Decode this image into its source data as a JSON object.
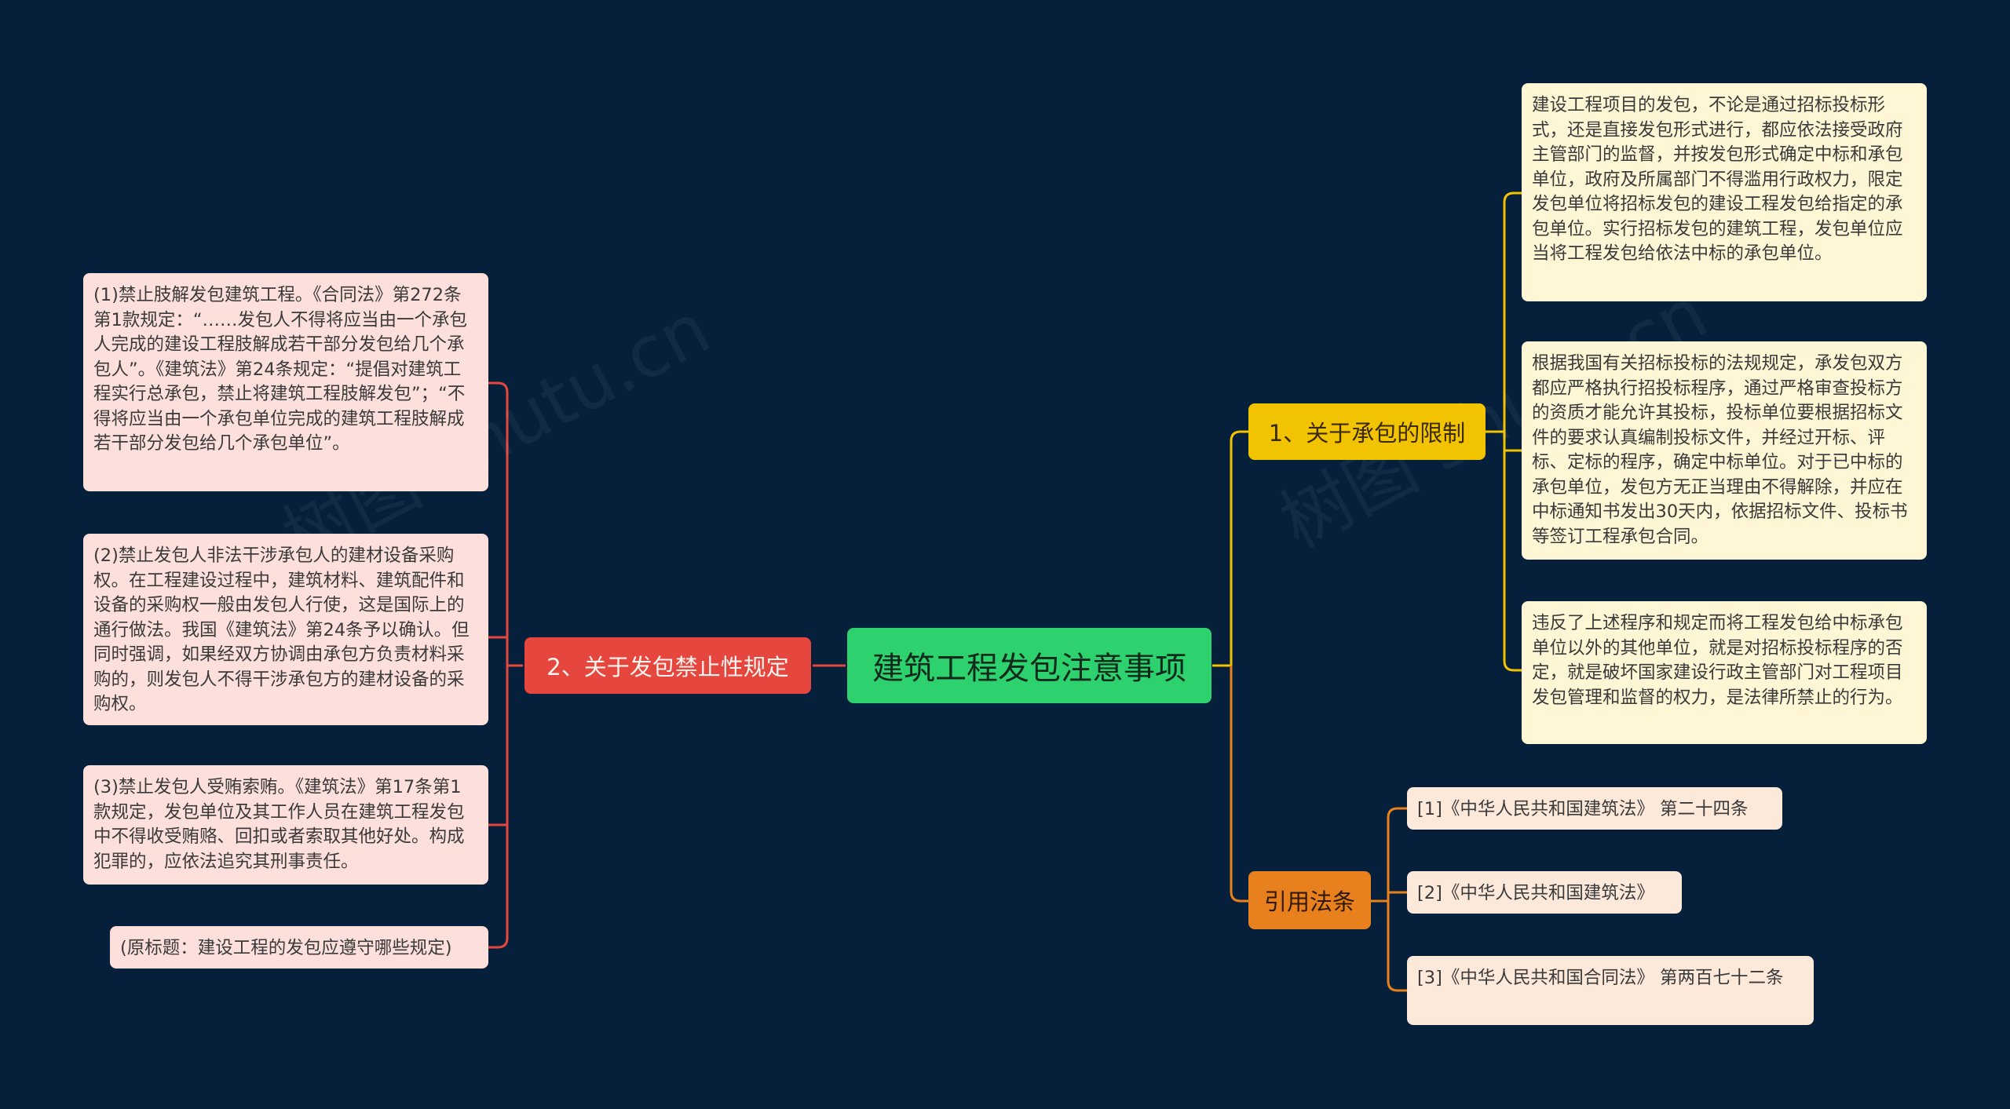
{
  "root": {
    "label": "建筑工程发包注意事项"
  },
  "branches": {
    "left": {
      "label": "2、关于发包禁止性规定",
      "items": [
        "(1)禁止肢解发包建筑工程。《合同法》第272条第1款规定：“……发包人不得将应当由一个承包人完成的建设工程肢解成若干部分发包给几个承包人”。《建筑法》第24条规定：“提倡对建筑工程实行总承包，禁止将建筑工程肢解发包”；“不得将应当由一个承包单位完成的建筑工程肢解成若干部分发包给几个承包单位”。",
        "(2)禁止发包人非法干涉承包人的建材设备采购权。在工程建设过程中，建筑材料、建筑配件和设备的采购权一般由发包人行使，这是国际上的通行做法。我国《建筑法》第24条予以确认。但同时强调，如果经双方协调由承包方负责材料采购的，则发包人不得干涉承包方的建材设备的采购权。",
        "(3)禁止发包人受贿索贿。《建筑法》第17条第1款规定，发包单位及其工作人员在建筑工程发包中不得收受贿赂、回扣或者索取其他好处。构成犯罪的，应依法追究其刑事责任。",
        "(原标题：建设工程的发包应遵守哪些规定)"
      ]
    },
    "right_top": {
      "label": "1、关于承包的限制",
      "items": [
        "建设工程项目的发包，不论是通过招标投标形式，还是直接发包形式进行，都应依法接受政府主管部门的监督，并按发包形式确定中标和承包单位，政府及所属部门不得滥用行政权力，限定发包单位将招标发包的建设工程发包给指定的承包单位。实行招标发包的建筑工程，发包单位应当将工程发包给依法中标的承包单位。",
        "根据我国有关招标投标的法规规定，承发包双方都应严格执行招投标程序，通过严格审查投标方的资质才能允许其投标，投标单位要根据招标文件的要求认真编制投标文件，并经过开标、评标、定标的程序，确定中标单位。对于已中标的承包单位，发包方无正当理由不得解除，并应在中标通知书发出30天内，依据招标文件、投标书等签订工程承包合同。",
        "违反了上述程序和规定而将工程发包给中标承包单位以外的其他单位，就是对招标投标程序的否定，就是破坏国家建设行政主管部门对工程项目发包管理和监督的权力，是法律所禁止的行为。"
      ]
    },
    "right_bottom": {
      "label": "引用法条",
      "items": [
        "[1]《中华人民共和国建筑法》 第二十四条",
        "[2]《中华人民共和国建筑法》",
        "[3]《中华人民共和国合同法》 第两百七十二条"
      ]
    }
  },
  "watermark": "树图 shutu.cn",
  "colors": {
    "background": "#06203b",
    "root": "#2dd16e",
    "left_branch": "#e5463d",
    "right_top_branch": "#f2c300",
    "right_bottom_branch": "#e8811d"
  }
}
